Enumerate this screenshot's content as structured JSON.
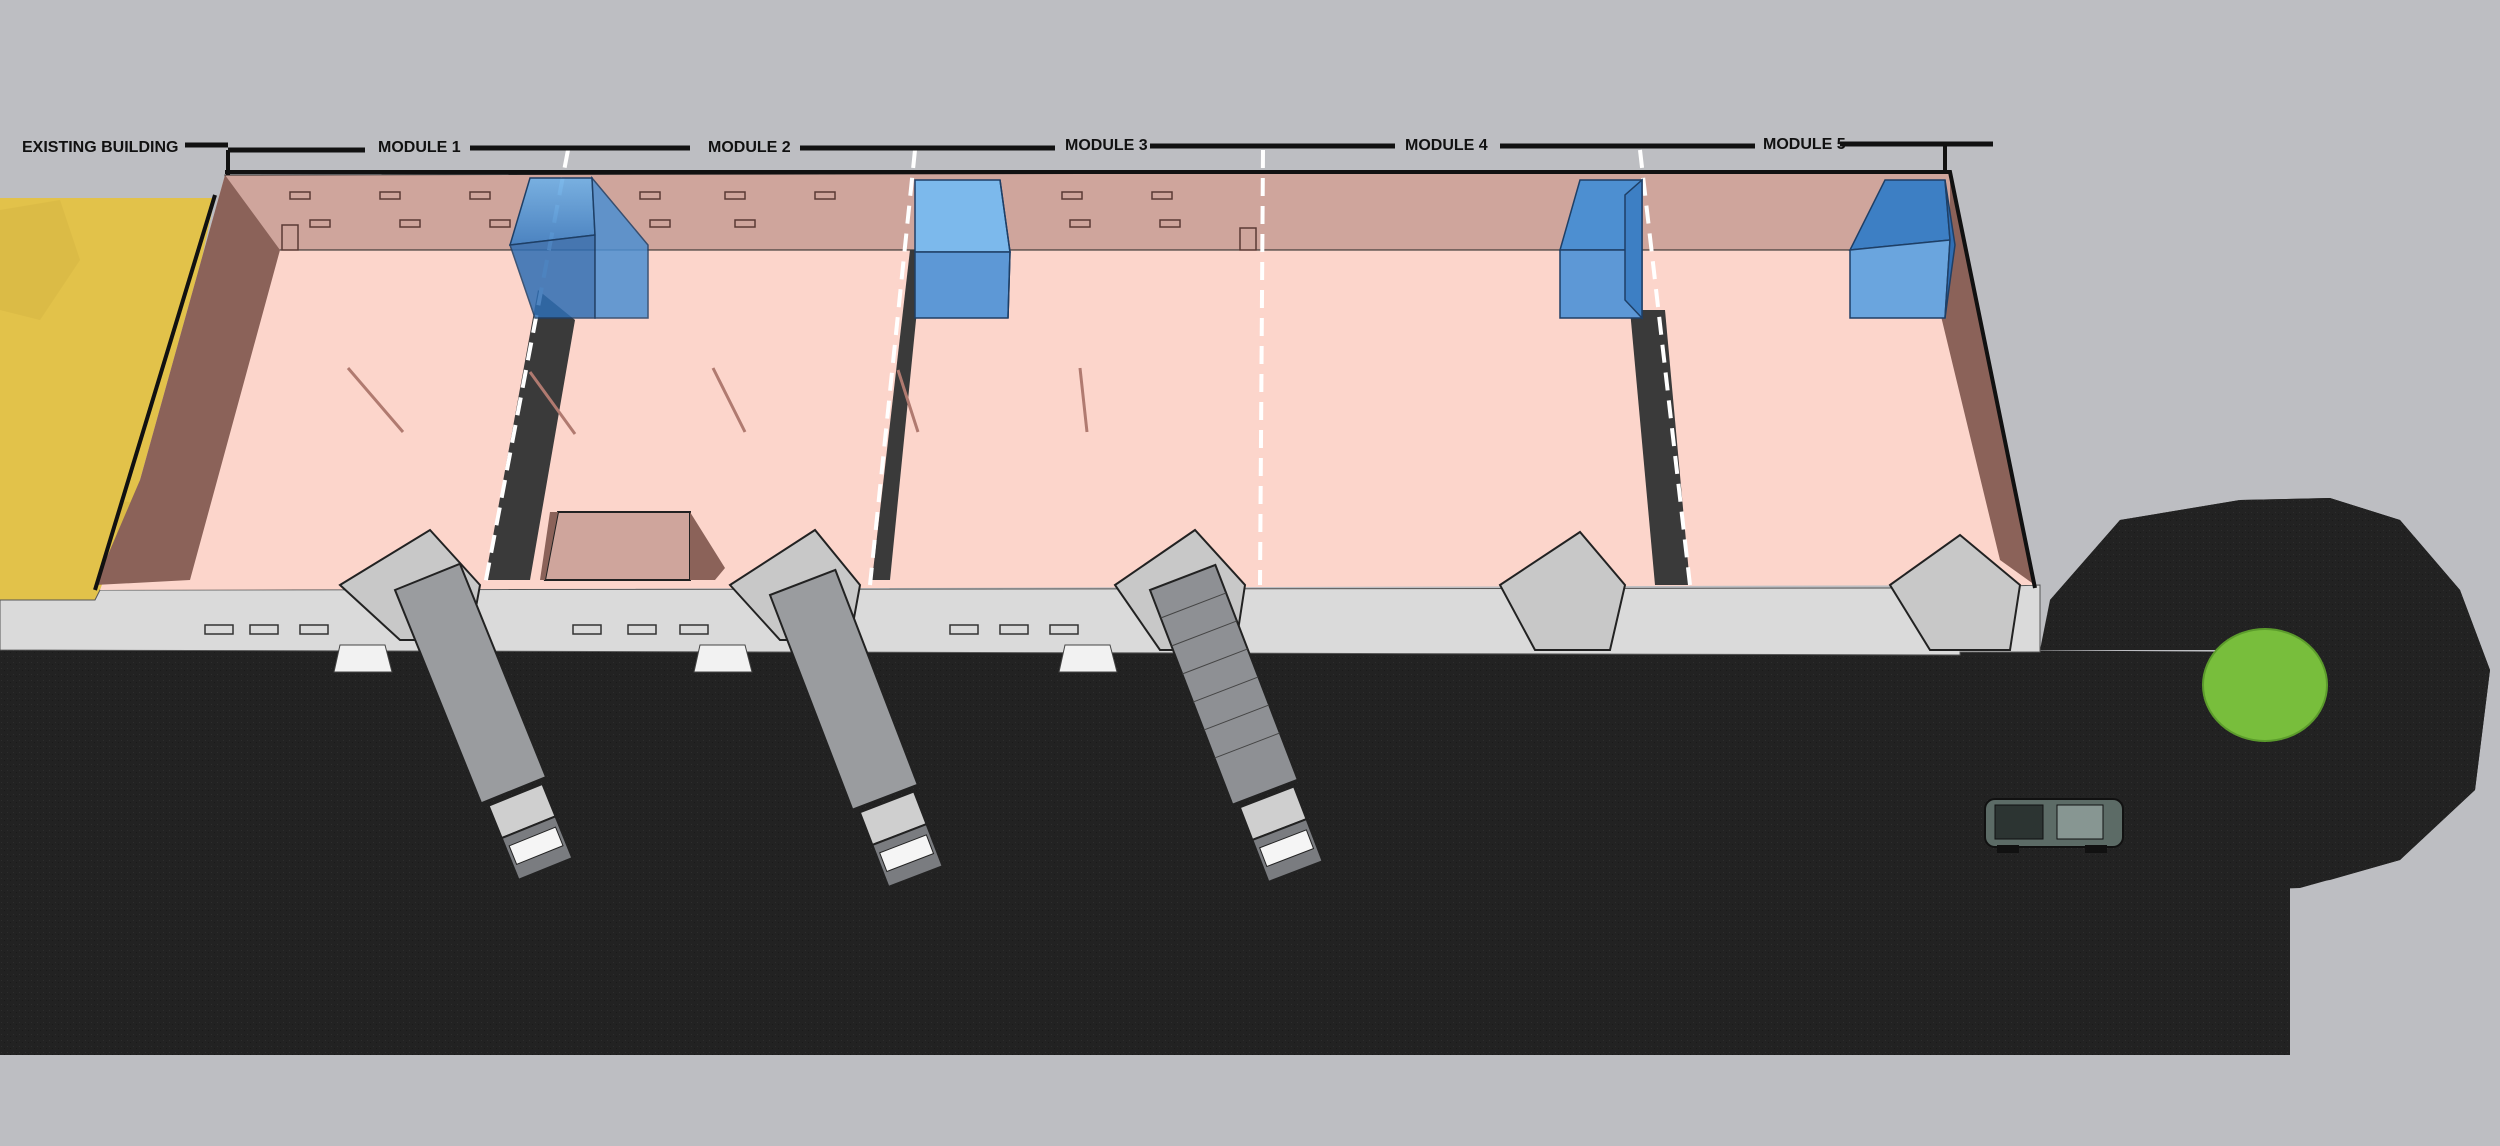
{
  "header": {
    "existing_building": "EXISTING BUILDING",
    "modules": [
      "MODULE 1",
      "MODULE 2",
      "MODULE 3",
      "MODULE 4",
      "MODULE 5"
    ]
  },
  "colors": {
    "background": "#bdbec2",
    "existing_building": "#e2c24a",
    "floor": "#fcd5cb",
    "back_wall": "#cfa59c",
    "side_wall": "#8b6259",
    "front_facade": "#d9d9d9",
    "corridor": "#3a3a3a",
    "glass_cubes": "#4d8fd1",
    "asphalt": "#222222",
    "grass": "#78be3c",
    "trucks": "#9a9c9f"
  },
  "icons": [
    "truck-icon",
    "car-icon",
    "stairs-icon",
    "glass-cube-icon",
    "green-island-icon"
  ]
}
